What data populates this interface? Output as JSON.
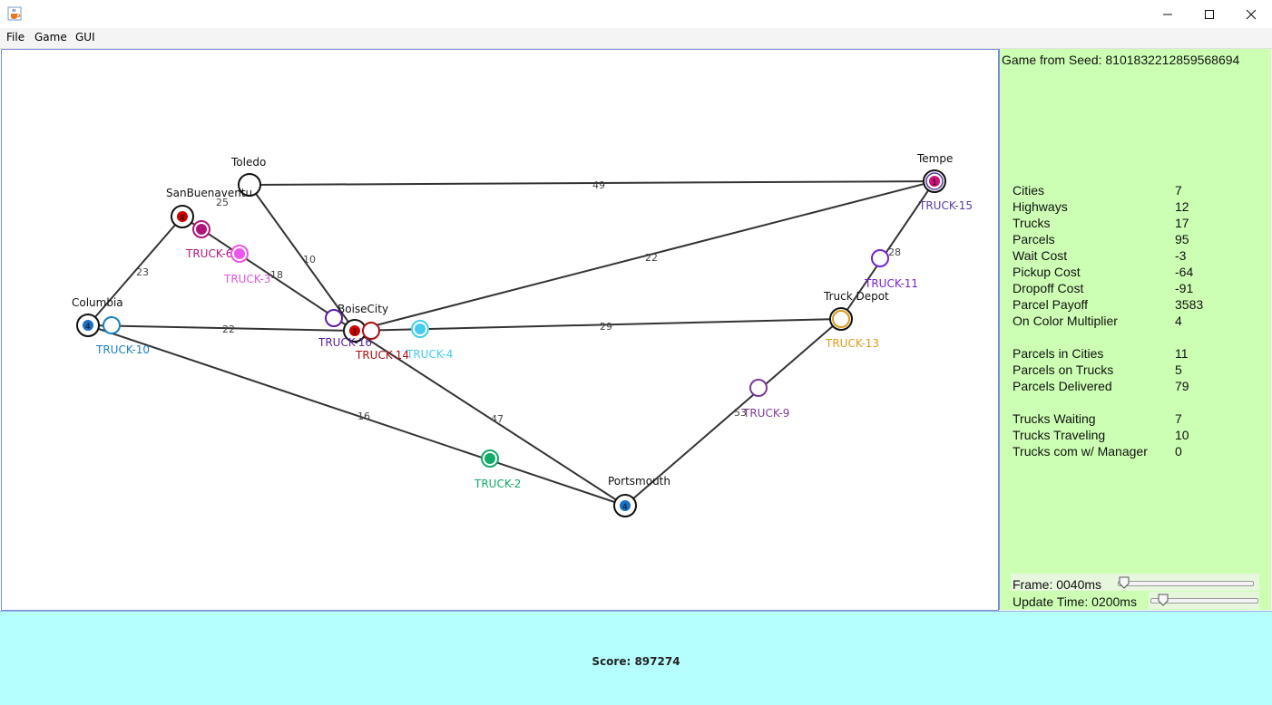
{
  "window": {
    "app_icon": "java-cup-icon",
    "controls": [
      "minimize-icon",
      "maximize-icon",
      "close-icon"
    ]
  },
  "menu": [
    "File",
    "Game",
    "GUI"
  ],
  "map": {
    "cities": [
      {
        "name": "Toledo",
        "parcel": null
      },
      {
        "name": "SanBuenaventu",
        "parcel": {
          "color": "#cc0000",
          "count": "4"
        }
      },
      {
        "name": "Columbia",
        "parcel": {
          "color": "#1a6fc4",
          "count": "4"
        }
      },
      {
        "name": "BoiseCity",
        "parcel": {
          "color": "#cc0000",
          "count": "1"
        }
      },
      {
        "name": "Portsmouth",
        "parcel": {
          "color": "#1a6fc4",
          "count": "4"
        }
      },
      {
        "name": "Truck Depot",
        "parcel": null
      },
      {
        "name": "Tempe",
        "parcel": {
          "color": "#cc1177",
          "count": "1"
        }
      }
    ],
    "highway_labels": [
      "25",
      "23",
      "18",
      "10",
      "49",
      "22",
      "22",
      "29",
      "16",
      "47",
      "53",
      "28"
    ],
    "trucks": [
      {
        "name": "TRUCK-6",
        "color": "#b0157a",
        "loaded": true
      },
      {
        "name": "TRUCK-3",
        "color": "#ee55ee",
        "loaded": true
      },
      {
        "name": "TRUCK-10",
        "color": "#1a7fc0",
        "loaded": false
      },
      {
        "name": "TRUCK-16",
        "color": "#5a1fa0",
        "loaded": false
      },
      {
        "name": "TRUCK-14",
        "color": "#aa1010",
        "loaded": false
      },
      {
        "name": "TRUCK-4",
        "color": "#44ccee",
        "loaded": true
      },
      {
        "name": "TRUCK-2",
        "color": "#11aa66",
        "loaded": true
      },
      {
        "name": "TRUCK-9",
        "color": "#7a3a9a",
        "loaded": false
      },
      {
        "name": "TRUCK-11",
        "color": "#7722cc",
        "loaded": false
      },
      {
        "name": "TRUCK-15",
        "color": "#5a3aa0",
        "loaded": false
      },
      {
        "name": "TRUCK-13",
        "color": "#d99b20",
        "loaded": false
      }
    ]
  },
  "side": {
    "seed_label": "Game from Seed:",
    "seed_value": "8101832212859568694",
    "stats_a": [
      {
        "label": "Cities",
        "value": "7"
      },
      {
        "label": "Highways",
        "value": "12"
      },
      {
        "label": "Trucks",
        "value": "17"
      },
      {
        "label": "Parcels",
        "value": "95"
      },
      {
        "label": "Wait Cost",
        "value": "-3"
      },
      {
        "label": "Pickup Cost",
        "value": "-64"
      },
      {
        "label": "Dropoff Cost",
        "value": "-91"
      },
      {
        "label": "Parcel Payoff",
        "value": "3583"
      },
      {
        "label": "On Color Multiplier",
        "value": "4"
      }
    ],
    "stats_b": [
      {
        "label": "Parcels in Cities",
        "value": "11"
      },
      {
        "label": "Parcels on Trucks",
        "value": "5"
      },
      {
        "label": "Parcels Delivered",
        "value": "79"
      }
    ],
    "stats_c": [
      {
        "label": "Trucks Waiting",
        "value": "7"
      },
      {
        "label": "Trucks Traveling",
        "value": "10"
      },
      {
        "label": "Trucks com w/ Manager",
        "value": "0"
      }
    ],
    "frame_label": "Frame: 0040ms",
    "frame_level": 0.02,
    "update_label": "Update Time: 0200ms",
    "update_level": 0.08
  },
  "score": {
    "text": "Score: 897274"
  }
}
